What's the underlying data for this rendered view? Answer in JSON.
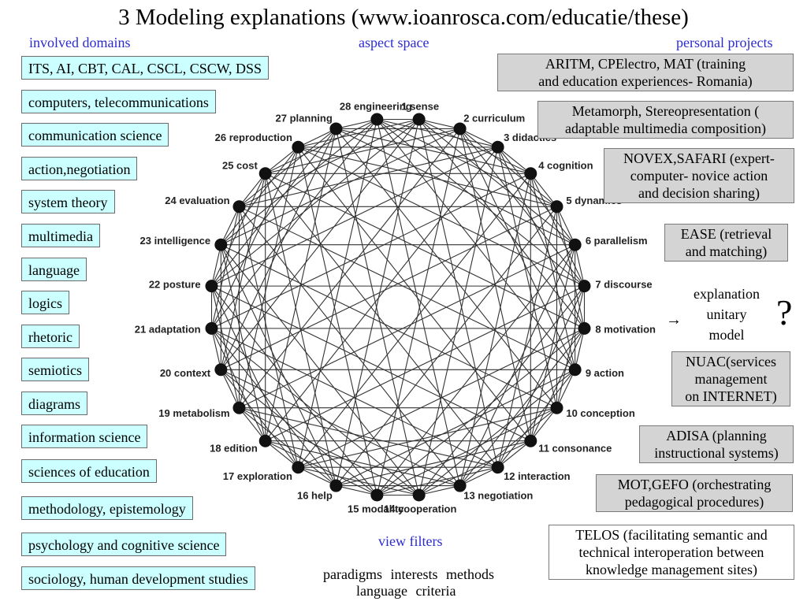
{
  "title": "3 Modeling explanations (www.ioanrosca.com/educatie/these)",
  "headers": {
    "domains": "involved domains",
    "aspect": "aspect space",
    "projects": "personal projects"
  },
  "domains": [
    "ITS, AI, CBT, CAL, CSCL, CSCW, DSS",
    "computers, telecommunications",
    "communication science",
    "action,negotiation",
    "system theory",
    "multimedia",
    "language",
    "logics",
    "rhetoric",
    "semiotics",
    "diagrams",
    "information science",
    "sciences of education",
    "methodology, epistemology",
    "psychology and cognitive science",
    "sociology, human development studies"
  ],
  "projects": [
    [
      "ARITM, CPElectro, MAT (training",
      "and education experiences- Romania)"
    ],
    [
      "Metamorph, Stereopresentation (",
      "adaptable multimedia composition)"
    ],
    [
      "NOVEX,SAFARI (expert-",
      "computer- novice action",
      "and decision sharing)"
    ],
    [
      "EASE (retrieval",
      "and matching)"
    ],
    [
      "NUAC(services",
      "management",
      "on INTERNET)"
    ],
    [
      "ADISA (planning",
      "instructional systems)"
    ],
    [
      "MOT,GEFO (orchestrating",
      "pedagogical procedures)"
    ],
    [
      "TELOS (facilitating semantic and",
      "technical interoperation between",
      "knowledge management sites)"
    ]
  ],
  "explanation": {
    "line1": "explanation",
    "line2": "unitary",
    "line3": "model",
    "arrow": "→",
    "question": "?"
  },
  "view_filters": {
    "label": "view filters",
    "items": [
      "paradigms",
      "interests",
      "methods",
      "language",
      "criteria"
    ]
  },
  "network": {
    "nodes": [
      "1 sense",
      "2 curriculum",
      "3 didactics",
      "4 cognition",
      "5 dynamics",
      "6 parallelism",
      "7 discourse",
      "8 motivation",
      "9 action",
      "10 conception",
      "11 consonance",
      "12 interaction",
      "13 negotiation",
      "14 cooperation",
      "15 modality",
      "16 help",
      "17 exploration",
      "18 edition",
      "19 metabolism",
      "20 context",
      "21 adaptation",
      "22 posture",
      "23 intelligence",
      "24 evaluation",
      "25 cost",
      "26 reproduction",
      "27 planning",
      "28 engineering"
    ],
    "node_color": "#111111",
    "edge_color": "#333333"
  }
}
